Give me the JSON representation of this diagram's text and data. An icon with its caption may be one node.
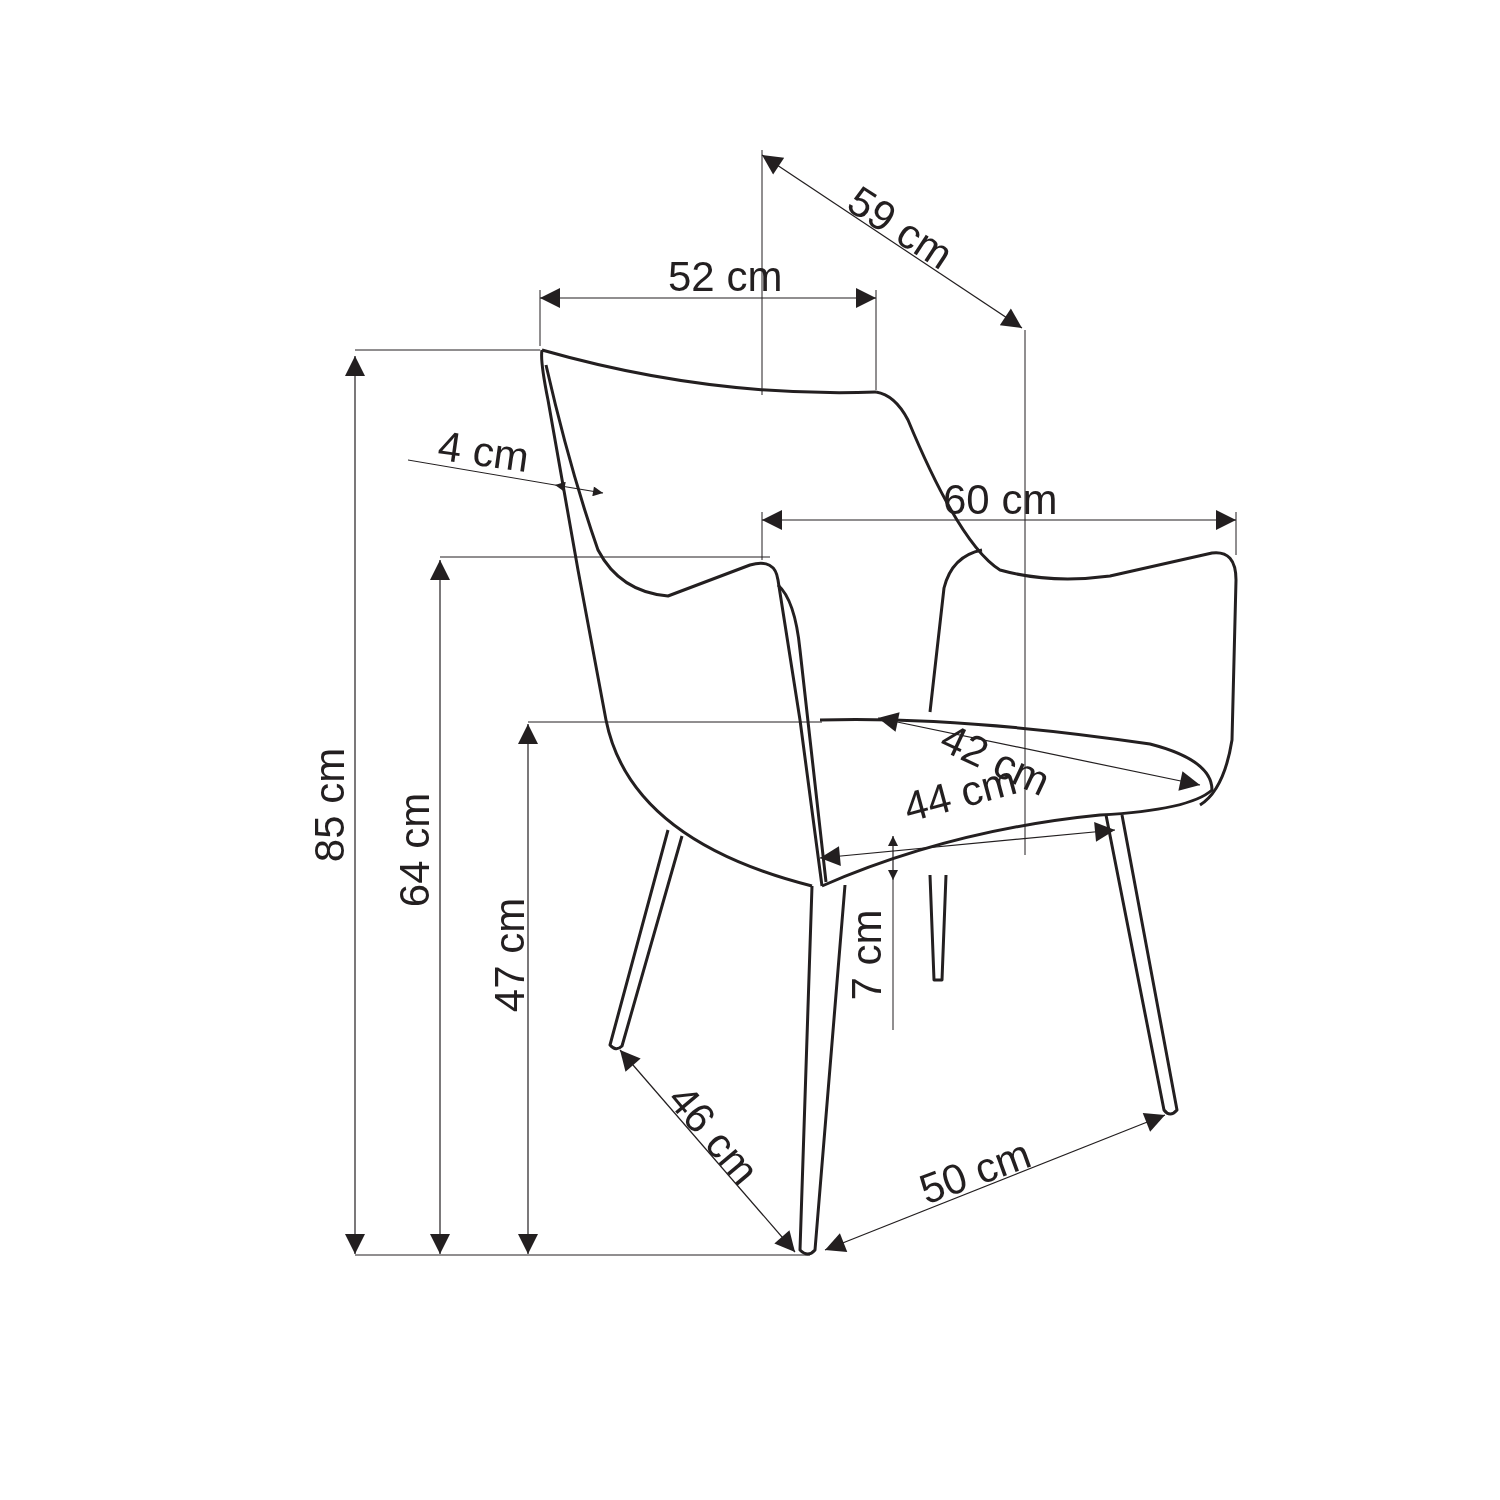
{
  "diagram": {
    "labels": [
      "59 cm",
      "52 cm",
      "4 cm",
      "60 cm",
      "42 cm",
      "44 cm",
      "85 cm",
      "64 cm",
      "47 cm",
      "7 cm",
      "46 cm",
      "50 cm"
    ]
  }
}
